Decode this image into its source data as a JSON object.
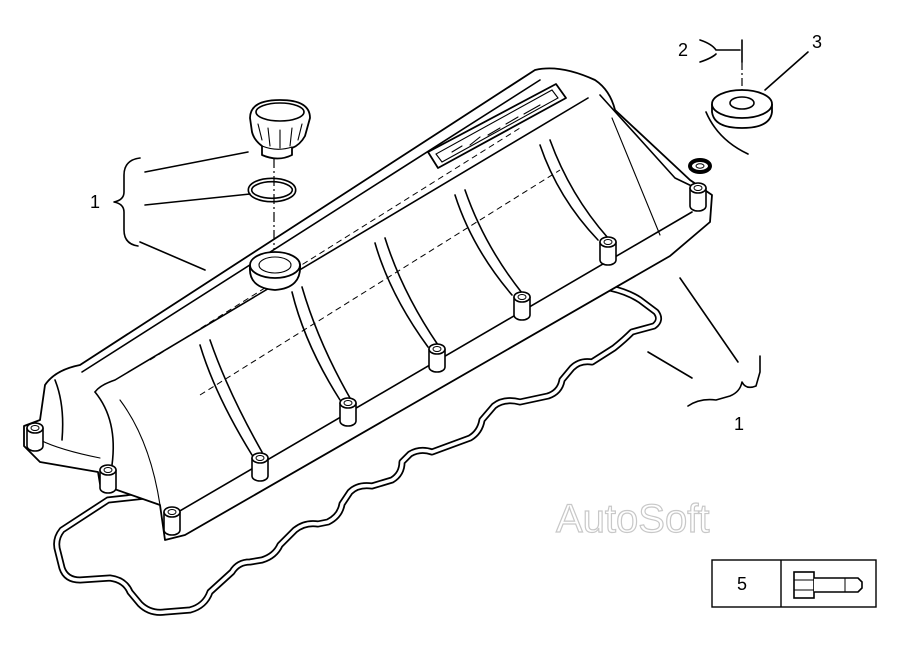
{
  "callouts": {
    "left_1": "1",
    "right_1": "1",
    "part_2": "2",
    "part_3": "3"
  },
  "legend": {
    "item_number": "5",
    "icon": "bolt-icon"
  },
  "watermark": "AutoSoft",
  "colors": {
    "line": "#000000",
    "background": "#ffffff",
    "watermark": "#c8c8c8"
  }
}
